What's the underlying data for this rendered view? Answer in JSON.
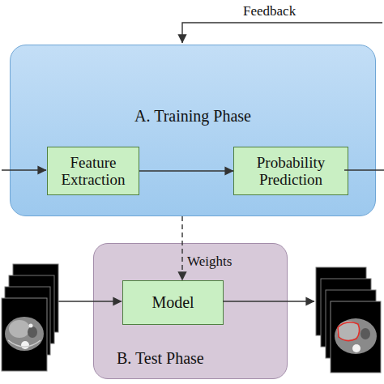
{
  "diagram": {
    "nodes": [
      {
        "text": [
          "A. Training Phase"
        ]
      },
      {
        "text": [
          "Feature Extraction"
        ],
        "in": 0
      },
      {
        "text": [
          "Probability Prediction"
        ],
        "in": 0
      },
      {
        "text": [
          "B. Test Phase"
        ]
      },
      {
        "text": [
          "Model"
        ],
        "in": 3
      }
    ],
    "edges": [
      {
        "from": 1,
        "to": 2,
        "arrow": "to"
      },
      {
        "from": 0,
        "to": 4,
        "label": "Weights",
        "arrow": "to"
      }
    ],
    "labels": [
      "Feedback"
    ]
  }
}
